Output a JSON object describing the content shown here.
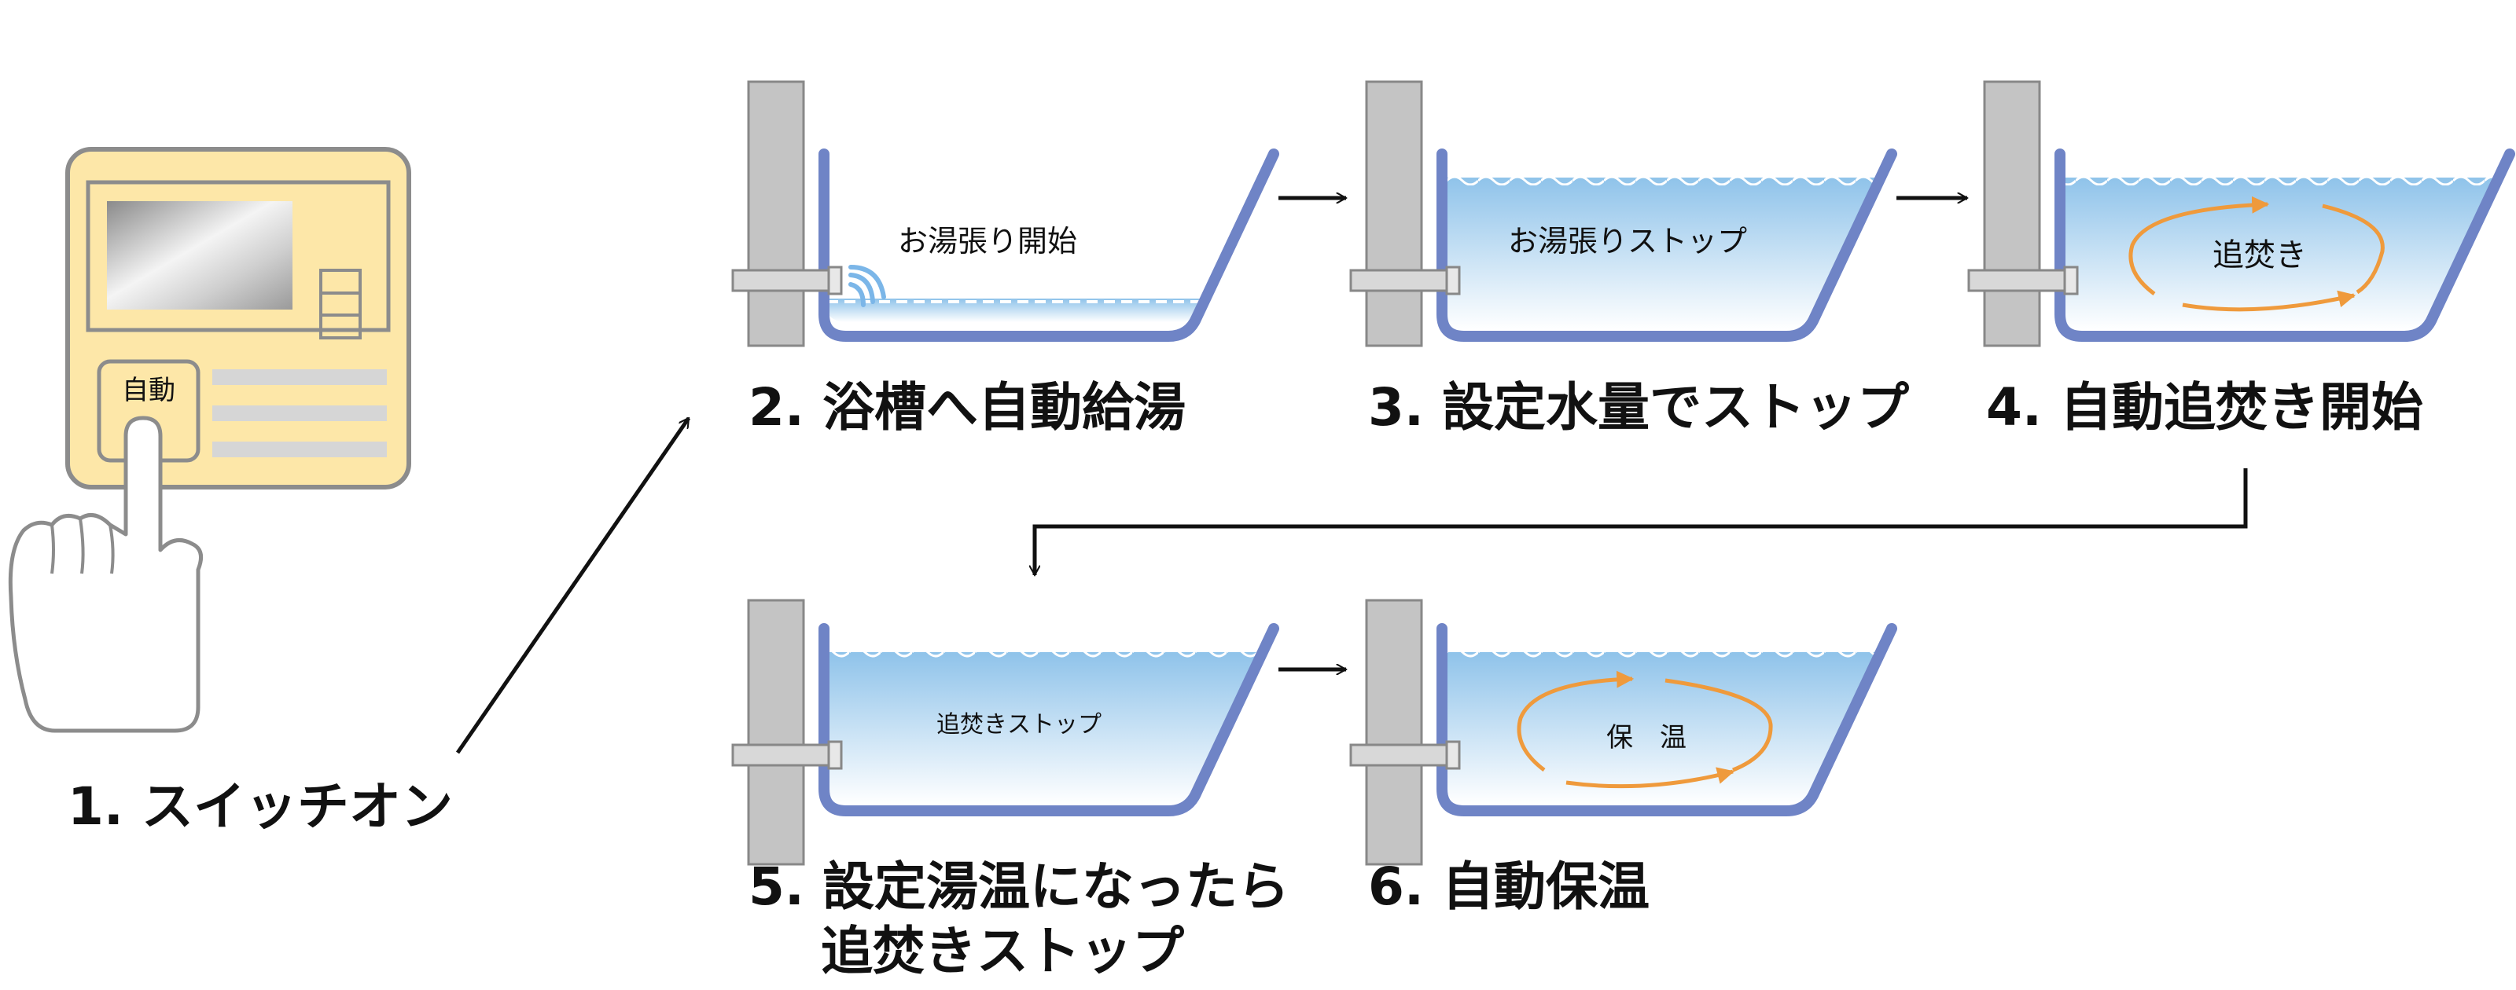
{
  "control_panel": {
    "button_label": "自動"
  },
  "steps": [
    {
      "caption": "1. スイッチオン"
    },
    {
      "caption": "2. 浴槽へ自動給湯",
      "inside": "お湯張り開始"
    },
    {
      "caption": "3. 設定水量でストップ",
      "inside": "お湯張りストップ"
    },
    {
      "caption": "4. 自動追焚き開始",
      "inside": "追焚き"
    },
    {
      "caption_line1": "5. 設定湯温になったら",
      "caption_line2": "追焚きストップ",
      "inside": "追焚きストップ"
    },
    {
      "caption": "6. 自動保温",
      "inside": "保　温"
    }
  ],
  "colors": {
    "panel_fill": "#fde7a8",
    "panel_stroke": "#8c8c8c",
    "tub_rim": "#6f84c6",
    "water_top": "#8fc3ea",
    "water_bottom": "#ffffff",
    "wall": "#c4c4c4",
    "circulation_arrow": "#ef9a3c",
    "flow_arrow": "#111111"
  }
}
